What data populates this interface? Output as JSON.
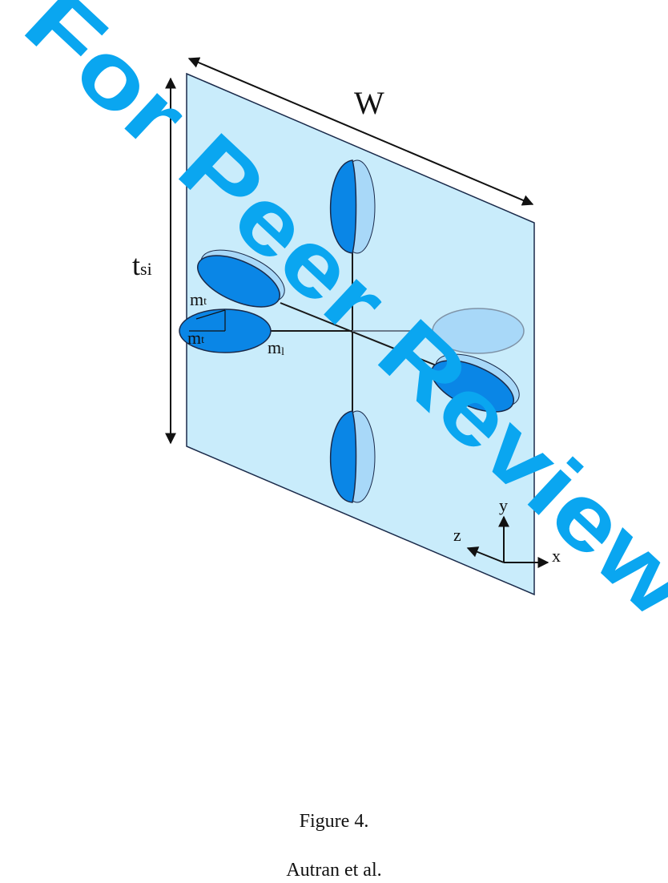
{
  "diagram": {
    "width_label": "W",
    "thickness_label": {
      "main": "t",
      "sub": "si"
    },
    "mass_labels": {
      "transverse_top": {
        "main": "m",
        "sub": "t"
      },
      "transverse_inner": {
        "main": "m",
        "sub": "t"
      },
      "longitudinal": {
        "main": "m",
        "sub": "l"
      }
    },
    "axes": {
      "x": "x",
      "y": "y",
      "z": "z"
    },
    "colors": {
      "plane_fill": "#c9ecfb",
      "ellipsoid_dark": "#0a86e6",
      "ellipsoid_light": "#a8d8f8",
      "outline": "#1a2a4a"
    }
  },
  "caption": {
    "figure": "Figure 4.",
    "authors": "Autran et al."
  },
  "watermark": {
    "text": "For Peer Review Only",
    "color": "#0aa6f0"
  }
}
